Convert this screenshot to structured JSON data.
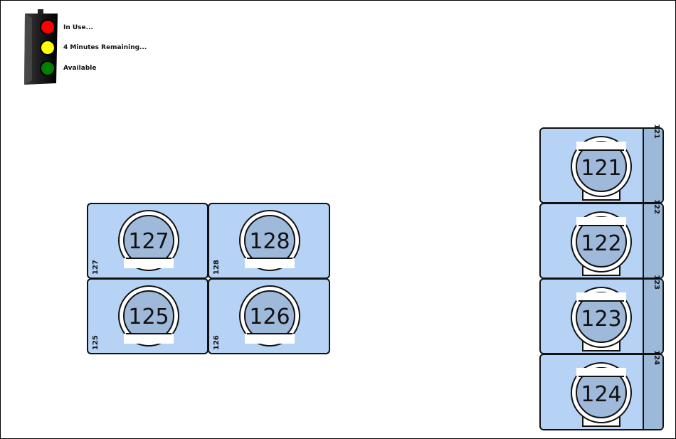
{
  "legend": {
    "in_use": "In Use...",
    "remaining": "4 Minutes Remaining...",
    "available": "Available",
    "colors": {
      "red": "#ff0000",
      "yellow": "#ffff00",
      "green": "#008000"
    }
  },
  "stations": {
    "s121": {
      "label": "121",
      "tab": "121"
    },
    "s122": {
      "label": "122",
      "tab": "122"
    },
    "s123": {
      "label": "123",
      "tab": "123"
    },
    "s124": {
      "label": "124",
      "tab": "124"
    },
    "s125": {
      "label": "125",
      "tab": "125"
    },
    "s126": {
      "label": "126",
      "tab": "126"
    },
    "s127": {
      "label": "127",
      "tab": "127"
    },
    "s128": {
      "label": "128",
      "tab": "128"
    }
  },
  "colors": {
    "tile": "#b6d3f5",
    "strip": "#9cb9da",
    "dial": "#9fb9da"
  }
}
